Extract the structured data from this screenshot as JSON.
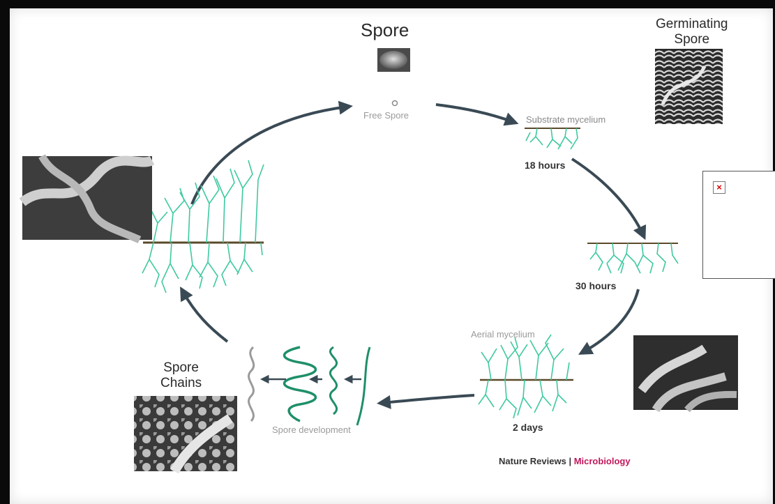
{
  "labels": {
    "spore": "Spore",
    "germinating_spore": "Germinating\nSpore",
    "free_spore": "Free Spore",
    "substrate_mycelium": "Substrate mycelium",
    "hours_18": "18 hours",
    "hours_30": "30 hours",
    "aerial_mycelium": "Aerial mycelium",
    "days_2": "2 days",
    "spore_development": "Spore development",
    "spore_chains": "Spore\nChains"
  },
  "credit": {
    "publisher": "Nature Reviews",
    "separator": " | ",
    "journal": "Microbiology"
  },
  "broken_image": {
    "icon": "×"
  },
  "colors": {
    "hyphae": "#3ec9a0",
    "hyphae_dark": "#1f8f6a",
    "arrow": "#3a4a55",
    "soil_line": "#5a4a2a",
    "journal": "#c2185b"
  }
}
